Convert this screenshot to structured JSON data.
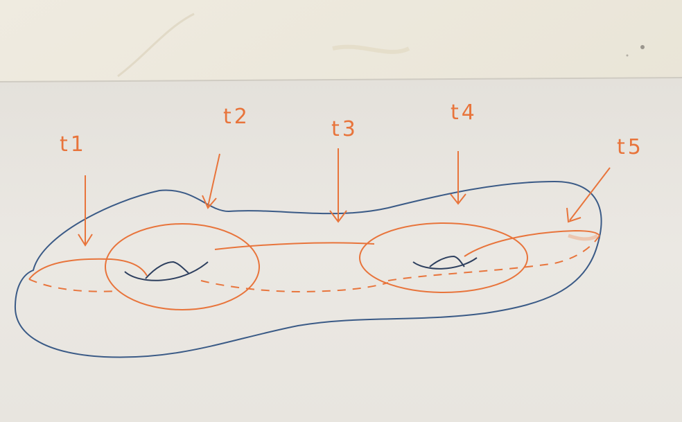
{
  "photo": {
    "colors": {
      "wall": "#ece8dc",
      "paper": "#e9e6e1",
      "ink_blue": "#3a5a86",
      "ink_orange": "#e8743b",
      "ink_orange_faded": "#efb08e"
    },
    "labels": {
      "t1": "t1",
      "t2": "t2",
      "t3": "t3",
      "t4": "t4",
      "t5": "t5"
    }
  }
}
